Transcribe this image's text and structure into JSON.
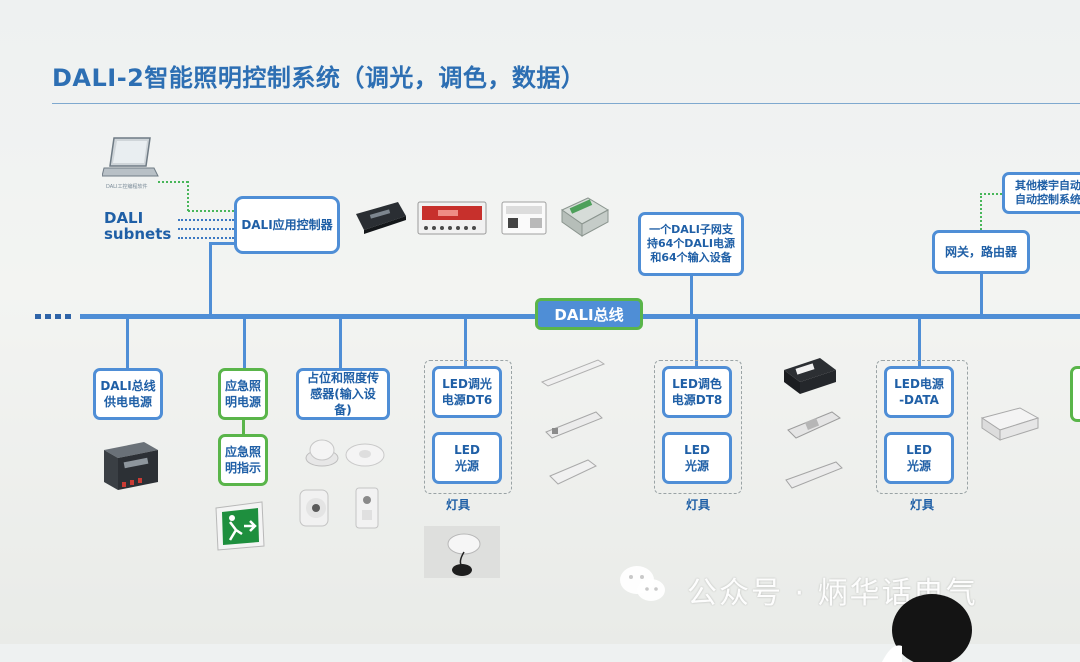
{
  "title": "DALI-2智能照明控制系统（调光，调色，数据）",
  "subnets_label": "DALI\nsubnets",
  "laptop_caption": "DALI工控编程软件",
  "bus_label": "DALI总线",
  "boxes": {
    "app_controller": "DALI应用控制器",
    "subnet_capacity": "一个DALI子网支\n持64个DALI电源\n和64个输入设备",
    "gateway": "网关，路由器",
    "other_building": "其他楼宇自动\n自动控制系统",
    "bus_power": "DALI总线\n供电电源",
    "emergency_power": "应急照\n明电源",
    "emergency_sign": "应急照\n明指示",
    "sensors": "占位和照度传\n感器(输入设备)",
    "led_dim_dt6": "LED调光\n电源DT6",
    "led_source_1": "LED\n光源",
    "led_color_dt8": "LED调色\n电源DT8",
    "led_source_2": "LED\n光源",
    "led_power_data": "LED电源\n-DATA",
    "led_source_3": "LED\n光源"
  },
  "fixture_labels": [
    "灯具",
    "灯具",
    "灯具"
  ],
  "watermark": "公众号 · 炳华话电气",
  "icons": [
    "laptop-icon",
    "controller-device-icon",
    "wechat-icon",
    "exit-sign-icon"
  ],
  "colors": {
    "accent_blue": "#4f8ed6",
    "text_blue": "#1f5fa6",
    "accent_green": "#5ab54a"
  }
}
